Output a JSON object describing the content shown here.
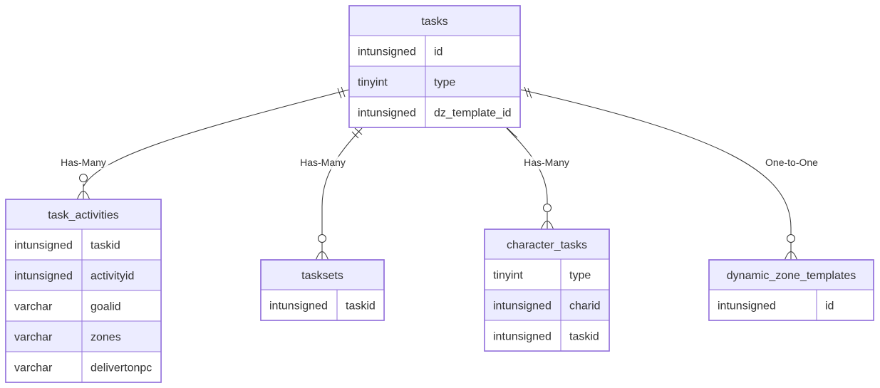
{
  "entities": {
    "tasks": {
      "name": "tasks",
      "attributes": [
        {
          "type": "intunsigned",
          "name": "id"
        },
        {
          "type": "tinyint",
          "name": "type"
        },
        {
          "type": "intunsigned",
          "name": "dz_template_id"
        }
      ]
    },
    "task_activities": {
      "name": "task_activities",
      "attributes": [
        {
          "type": "intunsigned",
          "name": "taskid"
        },
        {
          "type": "intunsigned",
          "name": "activityid"
        },
        {
          "type": "varchar",
          "name": "goalid"
        },
        {
          "type": "varchar",
          "name": "zones"
        },
        {
          "type": "varchar",
          "name": "delivertonpc"
        }
      ]
    },
    "tasksets": {
      "name": "tasksets",
      "attributes": [
        {
          "type": "intunsigned",
          "name": "taskid"
        }
      ]
    },
    "character_tasks": {
      "name": "character_tasks",
      "attributes": [
        {
          "type": "tinyint",
          "name": "type"
        },
        {
          "type": "intunsigned",
          "name": "charid"
        },
        {
          "type": "intunsigned",
          "name": "taskid"
        }
      ]
    },
    "dynamic_zone_templates": {
      "name": "dynamic_zone_templates",
      "attributes": [
        {
          "type": "intunsigned",
          "name": "id"
        }
      ]
    }
  },
  "relationships": [
    {
      "from": "tasks",
      "to": "task_activities",
      "label": "Has-Many",
      "cardinality": "one-to-many"
    },
    {
      "from": "tasks",
      "to": "tasksets",
      "label": "Has-Many",
      "cardinality": "one-to-many"
    },
    {
      "from": "tasks",
      "to": "character_tasks",
      "label": "Has-Many",
      "cardinality": "one-to-many"
    },
    {
      "from": "tasks",
      "to": "dynamic_zone_templates",
      "label": "One-to-One",
      "cardinality": "one-to-zero-or-one"
    }
  ],
  "colors": {
    "entity_fill": "#ECECFF",
    "entity_border": "#9370DB",
    "row_odd": "#ffffff",
    "row_even": "#ECECFF",
    "edge": "#333333"
  }
}
